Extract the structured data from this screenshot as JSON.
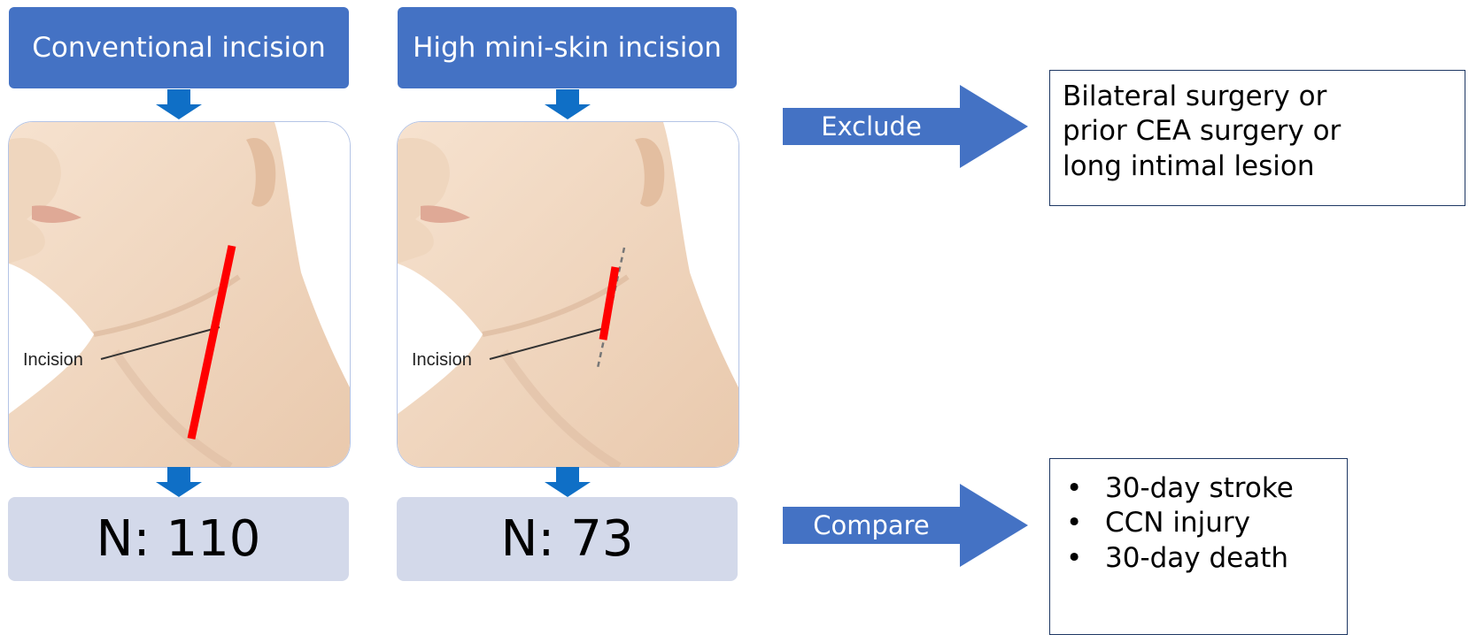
{
  "left": {
    "title": "Conventional incision",
    "image_label": "Incision",
    "count_label": "N:",
    "count_value": "110"
  },
  "right": {
    "title": "High mini-skin incision",
    "image_label": "Incision",
    "count_label": "N:",
    "count_value": "73"
  },
  "exclude": {
    "arrow_label": "Exclude",
    "criteria": [
      "Bilateral surgery or",
      "prior CEA surgery or",
      "long intimal lesion"
    ]
  },
  "compare": {
    "arrow_label": "Compare",
    "outcomes": [
      "30-day stroke",
      "CCN injury",
      "30-day death"
    ]
  },
  "colors": {
    "header_blue": "#4472c4",
    "arrow_blue": "#0f6fc6",
    "count_box": "#d3d9ea",
    "incision_red": "#ff0000"
  }
}
